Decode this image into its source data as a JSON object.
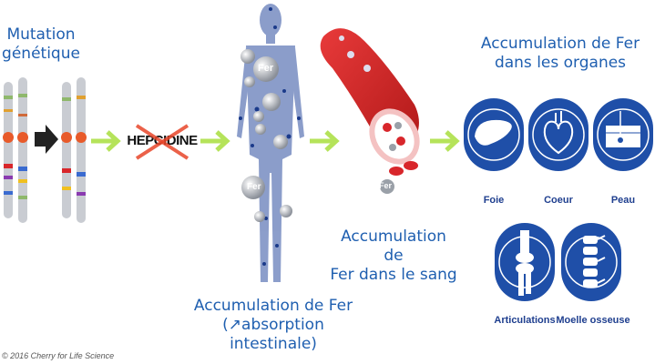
{
  "step1": {
    "title_line1": "Mutation",
    "title_line2": "génétique"
  },
  "step2": {
    "crossed_word": "HEPCIDINE"
  },
  "step3": {
    "title_line1": "Accumulation de Fer",
    "title_line2": "(↗absorption intestinale)",
    "iron_label": "Fer"
  },
  "step4": {
    "title_line1": "Accumulation de",
    "title_line2": "Fer dans le sang",
    "iron_label": "Fer"
  },
  "step5": {
    "title_line1": "Accumulation de Fer",
    "title_line2": "dans les organes",
    "organs": [
      "Foie",
      "Coeur",
      "Peau",
      "Articulations",
      "Moelle osseuse"
    ]
  },
  "copyright": "© 2016 Cherry for Life Science",
  "colors": {
    "arrow": "#b5e35a",
    "blue": "#1f4fa8",
    "red": "#d8262b",
    "title": "#1f5fb0"
  }
}
